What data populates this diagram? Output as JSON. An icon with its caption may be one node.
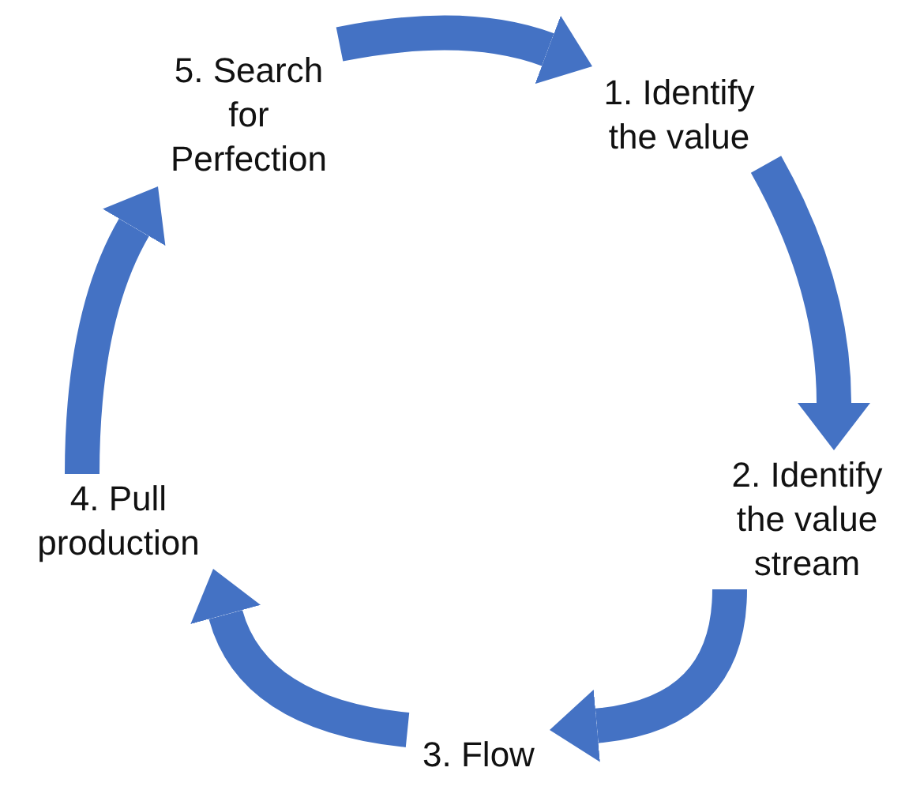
{
  "diagram": {
    "nodes": [
      {
        "text": [
          "1. Identify the value"
        ]
      },
      {
        "text": [
          "2. Identify the value stream"
        ]
      },
      {
        "text": [
          "3. Flow"
        ]
      },
      {
        "text": [
          "4. Pull production"
        ]
      },
      {
        "text": [
          "5. Search for Perfection"
        ]
      }
    ],
    "edges": [
      {
        "from": 4,
        "to": 0,
        "arrow": "to"
      },
      {
        "from": 0,
        "to": 1,
        "arrow": "to"
      },
      {
        "from": 1,
        "to": 2,
        "arrow": "to"
      },
      {
        "from": 2,
        "to": 3,
        "arrow": "to"
      },
      {
        "from": 3,
        "to": 4,
        "arrow": "to"
      }
    ]
  }
}
